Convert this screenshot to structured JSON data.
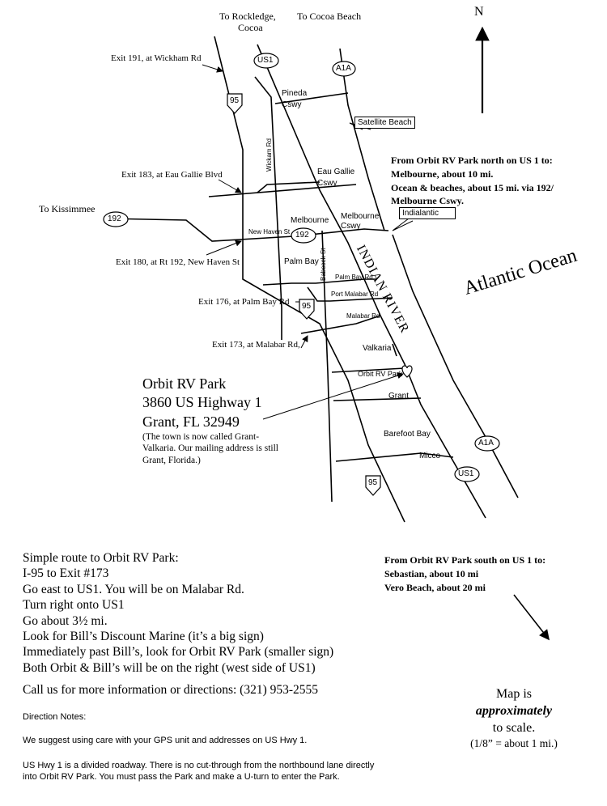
{
  "places": {
    "rockledge": "To Rockledge,",
    "cocoa": "Cocoa",
    "cocoa_beach": "To Cocoa Beach",
    "kissimmee": "To Kissimmee",
    "satellite_beach": "Satellite Beach",
    "indialantic": "Indialantic",
    "atlantic_ocean": "Atlantic Ocean",
    "indian_river": "INDIAN RIVER",
    "melbourne": "Melbourne",
    "palm_bay": "Palm Bay",
    "valkaria": "Valkaria",
    "grant": "Grant",
    "barefoot_bay": "Barefoot Bay",
    "micco": "Micco",
    "orbit_rv_park_marker": "Orbit RV Park"
  },
  "roads": {
    "pineda_line1": "Pineda",
    "pineda_line2": "Cswy",
    "eau_gallie_line1": "Eau Gallie",
    "eau_gallie_line2": "Cswy",
    "melbourne_cswy_line1": "Melbourne",
    "melbourne_cswy_line2": "Cswy",
    "wickham_rd": "Wickam Rd",
    "babcock_st": "Babcock St",
    "new_haven_st": "New Haven St",
    "palm_bay_rd": "Palm Bay Rd",
    "port_malabar_rd": "Port Malabar Rd",
    "malabar_rd": "Malabar Rd"
  },
  "shields": {
    "us1": "US1",
    "a1a": "A1A",
    "i95": "95",
    "r192": "192"
  },
  "exits": {
    "exit191": "Exit 191,  at Wickham Rd",
    "exit183": "Exit 183, at Eau Gallie Blvd",
    "exit180": "Exit 180, at Rt 192, New Haven St",
    "exit176": "Exit 176, at Palm Bay Rd",
    "exit173": "Exit 173, at Malabar Rd,"
  },
  "compass": "N",
  "north_info": {
    "heading": "From Orbit RV Park north on US 1 to:",
    "line1": "Melbourne, about 10 mi.",
    "line2": "Ocean & beaches, about 15 mi. via 192/",
    "line3": "Melbourne Cswy."
  },
  "park": {
    "name": "Orbit RV Park",
    "street": "3860 US Highway 1",
    "city": "Grant, FL 32949",
    "note": "(The town is now called Grant-Valkaria. Our mailing address is still Grant, Florida.)"
  },
  "south_info": {
    "heading": "From Orbit RV Park south on US 1 to:",
    "line1": "Sebastian, about 10 mi",
    "line2": "Vero Beach, about 20 mi"
  },
  "route": {
    "title": "Simple route to Orbit RV Park:",
    "steps": [
      "I-95 to Exit #173",
      "Go east to US1. You will be on Malabar Rd.",
      "Turn right onto US1",
      "Go about 3½ mi.",
      "Look for Bill’s Discount Marine (it’s a big sign)",
      "Immediately past Bill’s, look for Orbit RV Park (smaller sign)",
      "Both Orbit & Bill’s will be on the right (west side of US1)"
    ],
    "call": "Call us for more information or directions: (321) 953-2555"
  },
  "notes": {
    "heading": "Direction Notes:",
    "p1": "We suggest using care with your GPS unit and addresses on US Hwy 1.",
    "p2": "US Hwy 1 is a divided roadway. There is no cut-through from the northbound lane directly into Orbit RV Park. You must pass the Park and make a U-turn to enter the Park."
  },
  "scale": {
    "line1": "Map is",
    "line2": "approximately",
    "line3": "to scale.",
    "line4": "(1/8” = about 1 mi.)"
  }
}
